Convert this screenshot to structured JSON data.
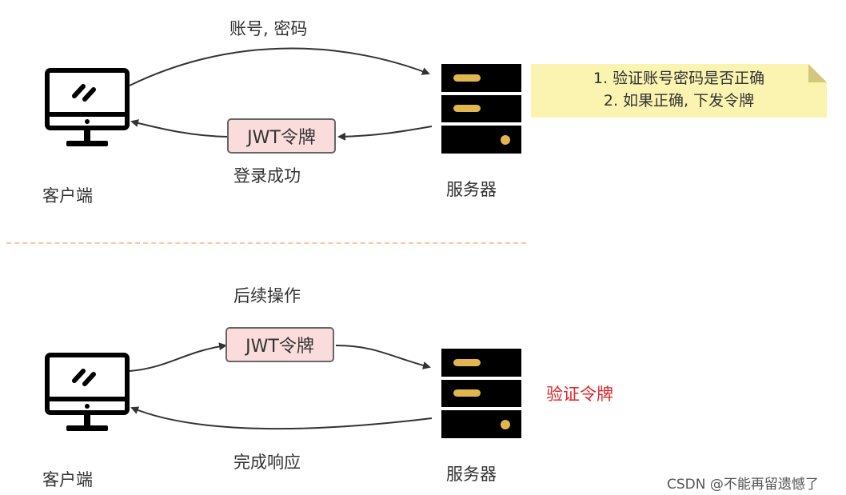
{
  "top": {
    "request_label": "账号, 密码",
    "token_label": "JWT令牌",
    "response_label": "登录成功",
    "client_label": "客户端",
    "server_label": "服务器",
    "note": [
      "1. 验证账号密码是否正确",
      "2. 如果正确, 下发令牌"
    ]
  },
  "bottom": {
    "request_label": "后续操作",
    "token_label": "JWT令牌",
    "response_label": "完成响应",
    "client_label": "客户端",
    "server_label": "服务器",
    "verify_label": "验证令牌"
  },
  "colors": {
    "token_fill": "#fadcdc",
    "note_fill": "#fbf3b0",
    "server_accent": "#e2b64e",
    "highlight": "#e0262a",
    "divider": "#f7c9a7"
  },
  "icons": [
    "monitor-icon",
    "server-icon"
  ],
  "watermark": "CSDN @不能再留遗憾了"
}
